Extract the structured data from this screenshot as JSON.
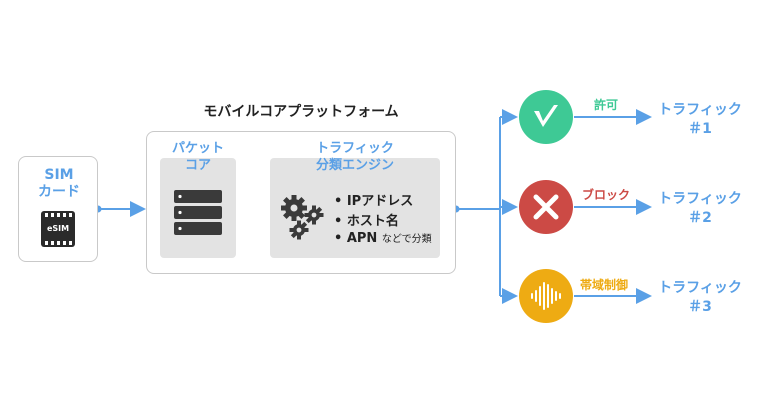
{
  "sim": {
    "title": "SIM\nカード",
    "chip_label": "eSIM"
  },
  "core": {
    "title": "モバイルコアプラットフォーム",
    "packet_title": "パケット\nコア",
    "engine_title": "トラフィック\n分類エンジン",
    "bullets": [
      "IPアドレス",
      "ホスト名",
      "APN"
    ],
    "bullet_suffix": "などで分類"
  },
  "actions": [
    {
      "label": "許可",
      "color": "#3ec995",
      "label_color": "#3ec995",
      "icon": "check-icon"
    },
    {
      "label": "ブロック",
      "color": "#cc4a45",
      "label_color": "#cc4a45",
      "icon": "cross-icon"
    },
    {
      "label": "帯域制御",
      "color": "#eeab13",
      "label_color": "#eeab13",
      "icon": "sound-wave-icon"
    }
  ],
  "traffic": [
    {
      "label": "トラフィック\n＃1"
    },
    {
      "label": "トラフィック\n＃2"
    },
    {
      "label": "トラフィック\n＃3"
    }
  ],
  "colors": {
    "accent": "#5aa0e6",
    "border": "#c9c9c9",
    "panel": "#e3e3e3"
  }
}
